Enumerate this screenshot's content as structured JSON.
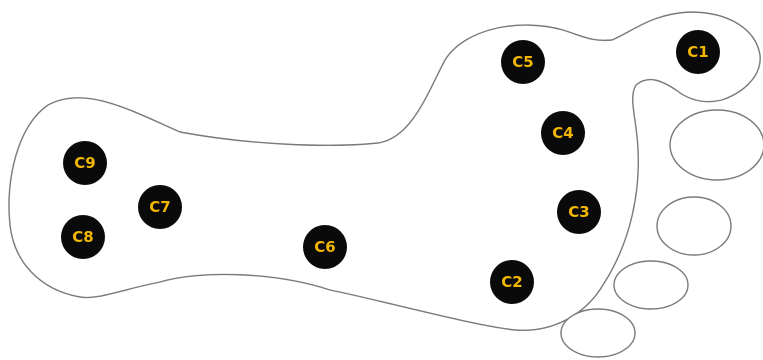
{
  "colors": {
    "marker_fill": "#0a0a0a",
    "label_color": "#f2b705",
    "outline_color": "#7a7a7a",
    "background": "#ffffff"
  },
  "sensors": [
    {
      "id": "c1",
      "label": "C1"
    },
    {
      "id": "c2",
      "label": "C2"
    },
    {
      "id": "c3",
      "label": "C3"
    },
    {
      "id": "c4",
      "label": "C4"
    },
    {
      "id": "c5",
      "label": "C5"
    },
    {
      "id": "c6",
      "label": "C6"
    },
    {
      "id": "c7",
      "label": "C7"
    },
    {
      "id": "c8",
      "label": "C8"
    },
    {
      "id": "c9",
      "label": "C9"
    }
  ]
}
